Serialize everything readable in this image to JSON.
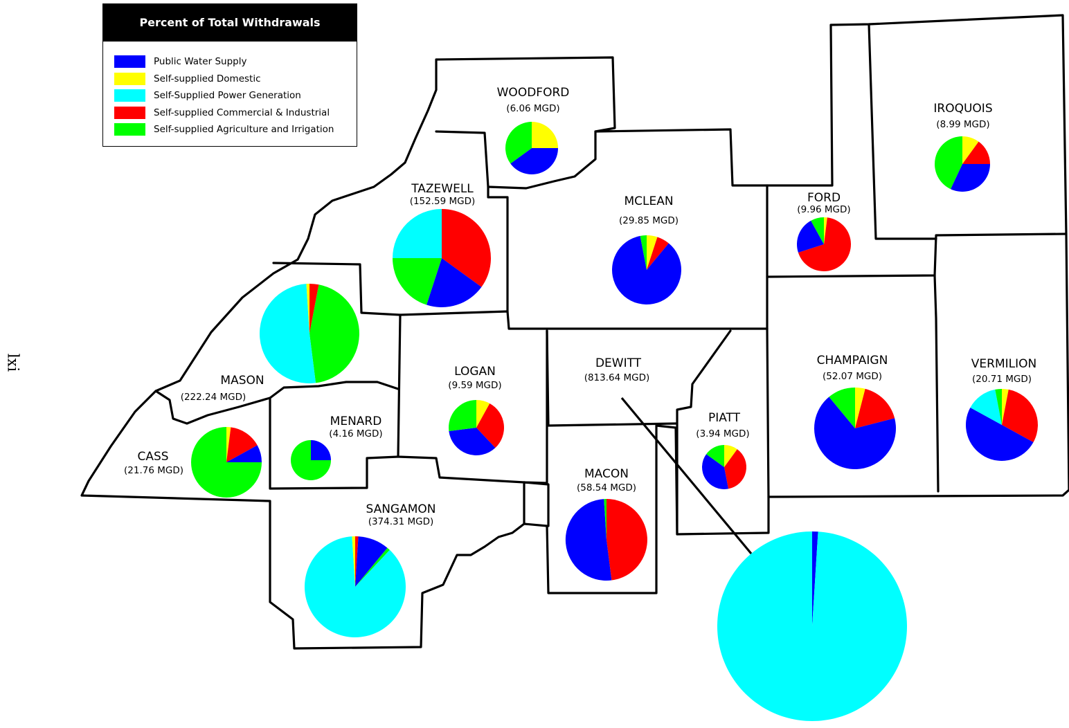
{
  "legend": {
    "title": "Percent of Total Withdrawals",
    "items": [
      {
        "label": "Public Water Supply",
        "color": "#0000ff"
      },
      {
        "label": "Self-supplied Domestic",
        "color": "#ffff00"
      },
      {
        "label": "Self-Supplied Power Generation",
        "color": "#00ffff"
      },
      {
        "label": "Self-supplied Commercial & Industrial",
        "color": "#ff0000"
      },
      {
        "label": "Self-supplied Agriculture and Irrigation",
        "color": "#00ff00"
      }
    ]
  },
  "page_number": "lxi",
  "counties": [
    {
      "name": "WOODFORD",
      "value": "(6.06 MGD)",
      "shares": {
        "public": 40,
        "domestic": 25,
        "power": 0,
        "commercial": 0,
        "agriculture": 35
      }
    },
    {
      "name": "TAZEWELL",
      "value": "(152.59 MGD)",
      "shares": {
        "public": 20,
        "domestic": 0,
        "power": 25,
        "commercial": 35,
        "agriculture": 20
      }
    },
    {
      "name": "MCLEAN",
      "value": "(29.85 MGD)",
      "shares": {
        "public": 86,
        "domestic": 5,
        "power": 0,
        "commercial": 6,
        "agriculture": 3
      }
    },
    {
      "name": "FORD",
      "value": "(9.96 MGD)",
      "shares": {
        "public": 22,
        "domestic": 2,
        "power": 0,
        "commercial": 68,
        "agriculture": 8
      }
    },
    {
      "name": "IROQUOIS",
      "value": "(8.99 MGD)",
      "shares": {
        "public": 32,
        "domestic": 10,
        "power": 0,
        "commercial": 15,
        "agriculture": 43
      }
    },
    {
      "name": "MASON",
      "value": "(222.24 MGD)",
      "shares": {
        "public": 0,
        "domestic": 1,
        "power": 51,
        "commercial": 3,
        "agriculture": 45
      }
    },
    {
      "name": "LOGAN",
      "value": "(9.59 MGD)",
      "shares": {
        "public": 35,
        "domestic": 8,
        "power": 0,
        "commercial": 30,
        "agriculture": 27
      }
    },
    {
      "name": "DEWITT",
      "value": "(813.64 MGD)",
      "shares": {
        "public": 1,
        "domestic": 0,
        "power": 99,
        "commercial": 0,
        "agriculture": 0
      }
    },
    {
      "name": "PIATT",
      "value": "(3.94 MGD)",
      "shares": {
        "public": 38,
        "domestic": 10,
        "power": 0,
        "commercial": 37,
        "agriculture": 15
      }
    },
    {
      "name": "CHAMPAIGN",
      "value": "(52.07 MGD)",
      "shares": {
        "public": 68,
        "domestic": 4,
        "power": 0,
        "commercial": 17,
        "agriculture": 11
      }
    },
    {
      "name": "VERMILION",
      "value": "(20.71 MGD)",
      "shares": {
        "public": 50,
        "domestic": 3,
        "power": 14,
        "commercial": 30,
        "agriculture": 3
      }
    },
    {
      "name": "CASS",
      "value": "(21.76 MGD)",
      "shares": {
        "public": 8,
        "domestic": 2,
        "power": 0,
        "commercial": 15,
        "agriculture": 75
      }
    },
    {
      "name": "MENARD",
      "value": "(4.16 MGD)",
      "shares": {
        "public": 25,
        "domestic": 0,
        "power": 0,
        "commercial": 0,
        "agriculture": 75
      }
    },
    {
      "name": "SANGAMON",
      "value": "(374.31 MGD)",
      "shares": {
        "public": 10,
        "domestic": 1,
        "power": 87,
        "commercial": 1,
        "agriculture": 1
      }
    },
    {
      "name": "MACON",
      "value": "(58.54 MGD)",
      "shares": {
        "public": 51,
        "domestic": 0,
        "power": 0,
        "commercial": 48,
        "agriculture": 1
      }
    }
  ]
}
